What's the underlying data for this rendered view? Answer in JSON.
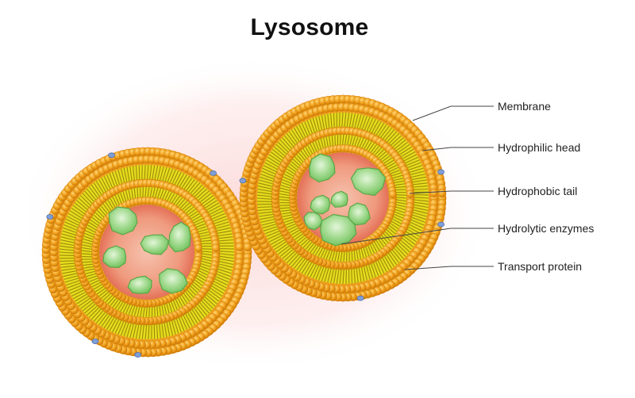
{
  "title": "Lysosome",
  "labels": {
    "membrane": "Membrane",
    "hydrophilic_head": "Hydrophilic head",
    "hydrophobic_tail": "Hydrophobic tail",
    "hydrolytic_enzymes": "Hydrolytic enzymes",
    "transport_protein": "Transport protein"
  },
  "colors": {
    "head_orange": "#f0a020",
    "head_outline": "#c97a0a",
    "tail_yellow": "#e6dc1e",
    "lumen_red": "#e8735a",
    "enzyme_green": "#8fd17e",
    "transport_blue": "#7f9fd6"
  }
}
